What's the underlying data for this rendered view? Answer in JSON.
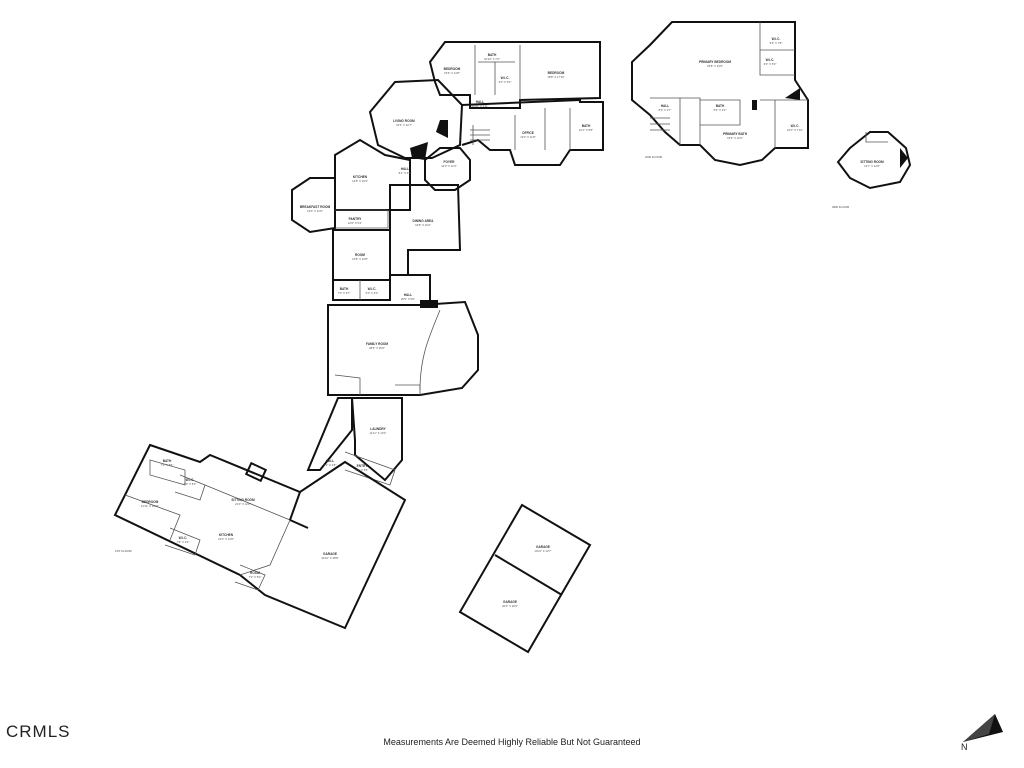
{
  "logo": "CRMLS",
  "disclaimer": "Measurements Are Deemed Highly Reliable But Not Guaranteed",
  "compass": {
    "label": "N",
    "icon": "north-arrow-icon"
  },
  "floors": {
    "first": "1ST FLOOR",
    "second": "2ND FLOOR",
    "third": "3RD FLOOR"
  },
  "rooms": {
    "bedroom_top_left": {
      "name": "BEDROOM",
      "dim": "15'6\" X 14'8\""
    },
    "bath_top": {
      "name": "BATH",
      "dim": "10'10\" X 7'6\""
    },
    "wic_top": {
      "name": "W.I.C.",
      "dim": "6'0\" X 5'0\""
    },
    "bedroom_top_right": {
      "name": "BEDROOM",
      "dim": "18'8\" X 17'10\""
    },
    "hall_top": {
      "name": "HALL",
      "dim": "30'10\" X 4'11\""
    },
    "living_room": {
      "name": "LIVING ROOM",
      "dim": "15'4\" X 22'7\""
    },
    "office": {
      "name": "OFFICE",
      "dim": "13'2\" X 11'8\""
    },
    "bath_office": {
      "name": "BATH",
      "dim": "10'1\" X 5'8\""
    },
    "hall_kitchen": {
      "name": "HALL",
      "dim": "8'1\" X 6'6\""
    },
    "foyer": {
      "name": "FOYER",
      "dim": "13'0\" X 11'6\""
    },
    "kitchen": {
      "name": "KITCHEN",
      "dim": "14'8\" X 19'3\""
    },
    "breakfast_room": {
      "name": "BREAKFAST ROOM",
      "dim": "13'0\" X 12'0\""
    },
    "pantry": {
      "name": "PANTRY",
      "dim": "12'0\" X 5'4\""
    },
    "dining_area": {
      "name": "DINING AREA",
      "dim": "16'8\" X 19'2\""
    },
    "room": {
      "name": "ROOM",
      "dim": "14'8\" X 12'8\""
    },
    "bath_mid": {
      "name": "BATH",
      "dim": "7'0\" X 5'7\""
    },
    "wic_mid": {
      "name": "W.I.C.",
      "dim": "5'0\" X 4'0\""
    },
    "hall_mid": {
      "name": "HALL",
      "dim": "26'5\" X 5'0\""
    },
    "family_room": {
      "name": "FAMILY ROOM",
      "dim": "28'6\" X 25'9\""
    },
    "laundry": {
      "name": "LAUNDRY",
      "dim": "11'11\" X 13'4\""
    },
    "hall_laundry": {
      "name": "HALL",
      "dim": "9'1\" X 4'8\""
    },
    "entry": {
      "name": "ENTRY",
      "dim": "8'1\" X 5'6\""
    },
    "bath_guest": {
      "name": "BATH",
      "dim": "7'0\" X 8'6\""
    },
    "wic_guest": {
      "name": "W.I.C.",
      "dim": "5'0\" X 5'0\""
    },
    "bedroom_guest": {
      "name": "BEDROOM",
      "dim": "14'11\" X 13'11\""
    },
    "sitting_room_guest": {
      "name": "SITTING ROOM",
      "dim": "21'0\" X 12'8\""
    },
    "wic_guest2": {
      "name": "W.I.C.",
      "dim": "7'6\" X 4'0\""
    },
    "kitchen_guest": {
      "name": "KITCHEN",
      "dim": "21'0\" X 14'8\""
    },
    "room_guest": {
      "name": "ROOM",
      "dim": "7'0\" X 5'0\""
    },
    "garage_main": {
      "name": "GARAGE",
      "dim": "34'10\" X 28'8\""
    },
    "garage_small_1": {
      "name": "GARAGE",
      "dim": "19'11\" X 12'7\""
    },
    "garage_small_2": {
      "name": "GARAGE",
      "dim": "20'0\" X 20'0\""
    },
    "primary_bedroom": {
      "name": "PRIMARY BEDROOM",
      "dim": "25'8\" X 19'9\""
    },
    "wic_primary_1": {
      "name": "W.I.C.",
      "dim": "9'6\" X 7'8\""
    },
    "wic_primary_2": {
      "name": "W.I.C.",
      "dim": "6'0\" X 5'0\""
    },
    "hall_second": {
      "name": "HALL",
      "dim": "8'0\" X 3'7\""
    },
    "bath_second": {
      "name": "BATH",
      "dim": "5'6\" X 4'0\""
    },
    "primary_bath": {
      "name": "PRIMARY BATH",
      "dim": "15'6\" X 12'2\""
    },
    "wic_primary_3": {
      "name": "W.I.C.",
      "dim": "10'0\" X 7'10\""
    },
    "sitting_room_third": {
      "name": "SITTING ROOM",
      "dim": "12'7\" X 12'8\""
    }
  }
}
